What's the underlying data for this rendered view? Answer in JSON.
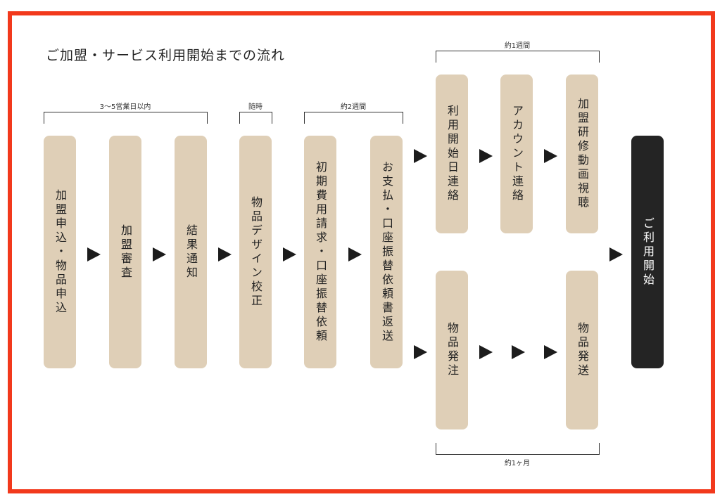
{
  "title": "ご加盟・サービス利用開始までの流れ",
  "steps": {
    "apply": "加盟申込・物品申込",
    "review": "加盟審査",
    "result": "結果通知",
    "design": "物品デザイン校正",
    "billing": "初期費用請求・口座振替依頼",
    "payment": "お支払・口座振替依頼書返送",
    "start_notice": "利用開始日連絡",
    "account": "アカウント連絡",
    "training": "加盟研修動画視聴",
    "order": "物品発注",
    "ship": "物品発送",
    "begin": "ご利用開始"
  },
  "durations": {
    "business_days": "3～5営業日以内",
    "anytime": "随時",
    "two_weeks": "約2週間",
    "one_week": "約1週間",
    "one_month": "約1ヶ月"
  },
  "colors": {
    "frame": "#f2391c",
    "step_box": "#dfcfb7",
    "final_box": "#242424",
    "arrow": "#1c1c1c"
  }
}
